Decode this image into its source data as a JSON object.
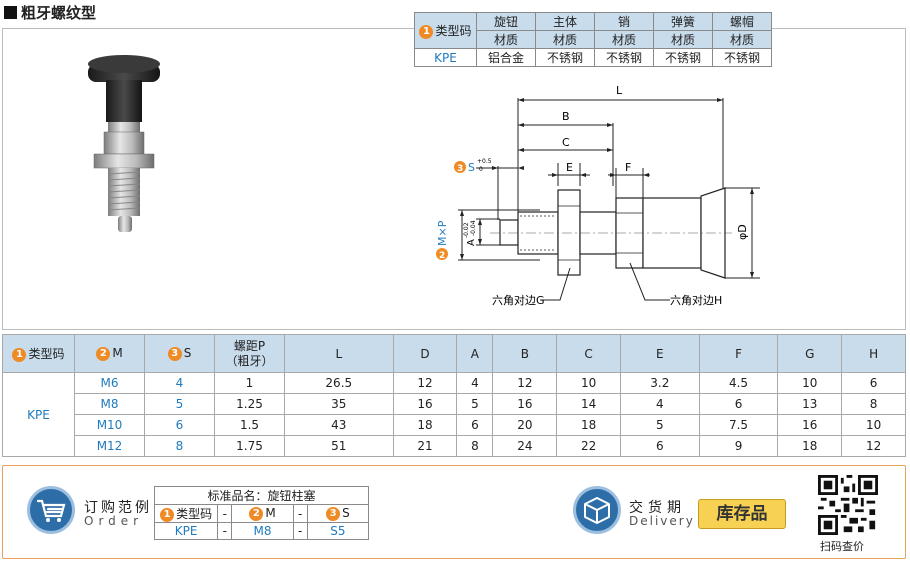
{
  "title": "粗牙螺纹型",
  "material_table": {
    "type_code_label": "类型码",
    "material_label": "材质",
    "parts": [
      "旋钮",
      "主体",
      "销",
      "弹簧",
      "螺帽"
    ],
    "code": "KPE",
    "materials": [
      "铝合金",
      "不锈钢",
      "不锈钢",
      "不锈钢",
      "不锈钢"
    ]
  },
  "drawing": {
    "dim_L": "L",
    "dim_B": "B",
    "dim_C": "C",
    "dim_E": "E",
    "dim_F": "F",
    "s_label": "S",
    "s_tol_top": "+0.5",
    "s_tol_bottom": "0",
    "m_label": "M×P",
    "a_label": "A",
    "a_tol": "-0.02",
    "a_tol2": "-0.04",
    "d_label": "φD",
    "hex_g": "六角对边G",
    "hex_h": "六角对边H",
    "badge_1": "1",
    "badge_2": "2",
    "badge_3": "3"
  },
  "spec_table": {
    "headers": [
      "类型码",
      "M",
      "S",
      "螺距P\n（粗牙）",
      "L",
      "D",
      "A",
      "B",
      "C",
      "E",
      "F",
      "G",
      "H"
    ],
    "pitch_header_1": "螺距P",
    "pitch_header_2": "（粗牙）",
    "type_code": "KPE",
    "rows": [
      [
        "M6",
        "4",
        "1",
        "26.5",
        "12",
        "4",
        "12",
        "10",
        "3.2",
        "4.5",
        "10",
        "6"
      ],
      [
        "M8",
        "5",
        "1.25",
        "35",
        "16",
        "5",
        "16",
        "14",
        "4",
        "6",
        "13",
        "8"
      ],
      [
        "M10",
        "6",
        "1.5",
        "43",
        "18",
        "6",
        "20",
        "18",
        "5",
        "7.5",
        "16",
        "10"
      ],
      [
        "M12",
        "8",
        "1.75",
        "51",
        "21",
        "8",
        "24",
        "22",
        "6",
        "9",
        "18",
        "12"
      ]
    ]
  },
  "order": {
    "label_cn": "订购范例",
    "label_en": "Order",
    "product_name": "标准品名：旋钮柱塞",
    "type_code_label": "类型码",
    "m_label": "M",
    "s_label": "S",
    "dash": "-",
    "code_value": "KPE",
    "m_value": "M8",
    "s_value": "S5"
  },
  "delivery": {
    "label_cn": "交货期",
    "label_en": "Delivery",
    "stock": "库存品"
  },
  "qr": {
    "caption": "扫码查价"
  },
  "colors": {
    "header_bg": "#c9dcec",
    "badge": "#f08a24",
    "accent_blue": "#1f7bbf",
    "order_border": "#e8a15c",
    "stock_bg": "#f7d154"
  }
}
